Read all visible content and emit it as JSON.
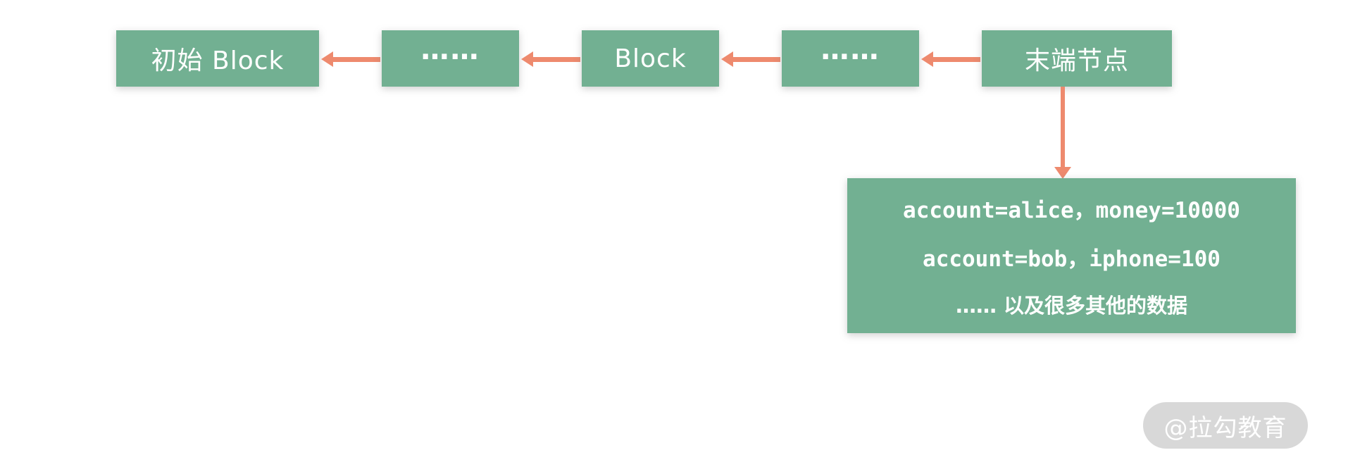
{
  "colors": {
    "block_green": "#72B092",
    "arrow_salmon": "#EE8A6E",
    "watermark_bg": "#D8D8D8",
    "text_white": "#FFFFFF"
  },
  "chain": {
    "nodes": [
      {
        "label": "初始 Block"
      },
      {
        "label": "……"
      },
      {
        "label": "Block"
      },
      {
        "label": "……"
      },
      {
        "label": "末端节点"
      }
    ]
  },
  "data_box": {
    "lines": [
      "account=alice，money=10000",
      "account=bob，iphone=100",
      "…… 以及很多其他的数据"
    ]
  },
  "watermark": {
    "label": "@拉勾教育"
  }
}
